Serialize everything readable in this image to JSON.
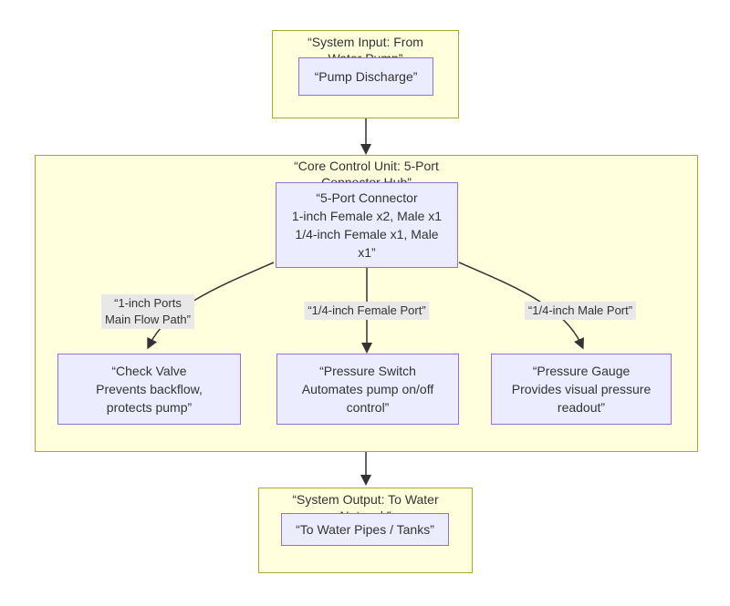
{
  "colors": {
    "background": "#ffffff",
    "container_fill": "#ffffde",
    "container_border": "#aaaa33",
    "node_fill": "#ececff",
    "node_border": "#9370db",
    "edge_line": "#333333",
    "edge_label_bg": "#e8e8e8",
    "text": "#333333"
  },
  "containers": {
    "input": {
      "title": [
        "“System Input: From",
        "Water Pump”"
      ]
    },
    "core": {
      "title": [
        "“Core Control Unit: 5-Port",
        "Connector Hub”"
      ]
    },
    "output": {
      "title": [
        "“System Output: To Water",
        "Network”"
      ]
    }
  },
  "nodes": {
    "pump_discharge": {
      "lines": [
        "“Pump Discharge”"
      ]
    },
    "connector": {
      "lines": [
        "“5-Port Connector",
        "1-inch Female x2, Male x1",
        "1/4-inch Female x1, Male",
        "x1”"
      ]
    },
    "check_valve": {
      "lines": [
        "“Check Valve",
        "Prevents backflow,",
        "protects pump”"
      ]
    },
    "pressure_switch": {
      "lines": [
        "“Pressure Switch",
        "Automates pump on/off",
        "control”"
      ]
    },
    "pressure_gauge": {
      "lines": [
        "“Pressure Gauge",
        "Provides visual pressure",
        "readout”"
      ]
    },
    "water_output": {
      "lines": [
        "“To Water Pipes / Tanks”"
      ]
    }
  },
  "edge_labels": {
    "one_inch_ports": [
      "“1-inch Ports",
      "Main Flow Path”"
    ],
    "quarter_female_port": [
      "“1/4-inch Female Port”"
    ],
    "quarter_male_port": [
      "“1/4-inch Male Port”"
    ]
  }
}
